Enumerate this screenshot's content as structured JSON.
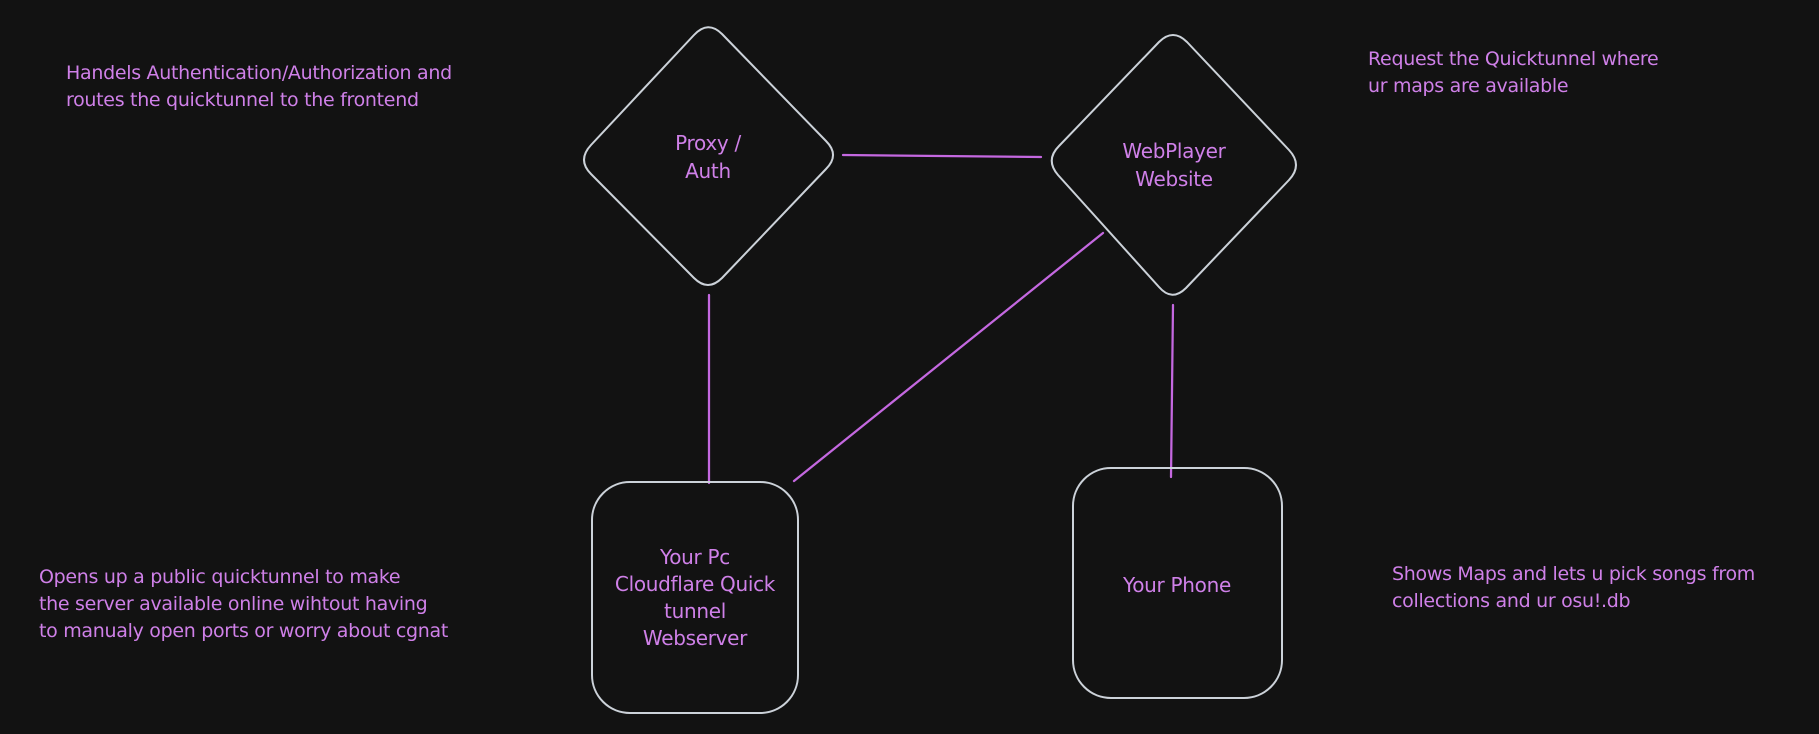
{
  "canvas": {
    "background": "#121212",
    "shape_stroke_color": "#ccd2d9",
    "connector_color": "#c468e0",
    "text_color": "#cf80e8"
  },
  "annotations": {
    "top_left": "Handels Authentication/Authorization and\nroutes the quicktunnel to the frontend",
    "top_right": "Request the Quicktunnel where\nur maps are available",
    "bottom_left": "Opens up a public quicktunnel to make\nthe server available online wihtout having\nto manualy open ports or worry about cgnat",
    "bottom_right": "Shows Maps and lets u pick songs from\ncollections and ur osu!.db"
  },
  "nodes": {
    "proxy_auth": {
      "label": "Proxy /\nAuth",
      "shape": "diamond"
    },
    "webplayer_website": {
      "label": "WebPlayer\nWebsite",
      "shape": "diamond"
    },
    "your_pc_webserver": {
      "label": "Your Pc\nCloudflare Quick\ntunnel\nWebserver",
      "shape": "rounded-rectangle"
    },
    "your_phone": {
      "label": "Your Phone",
      "shape": "rounded-rectangle"
    }
  },
  "connectors": [
    {
      "from": "proxy_auth",
      "to": "webplayer_website"
    },
    {
      "from": "proxy_auth",
      "to": "your_pc_webserver"
    },
    {
      "from": "webplayer_website",
      "to": "your_pc_webserver"
    },
    {
      "from": "webplayer_website",
      "to": "your_phone"
    }
  ]
}
